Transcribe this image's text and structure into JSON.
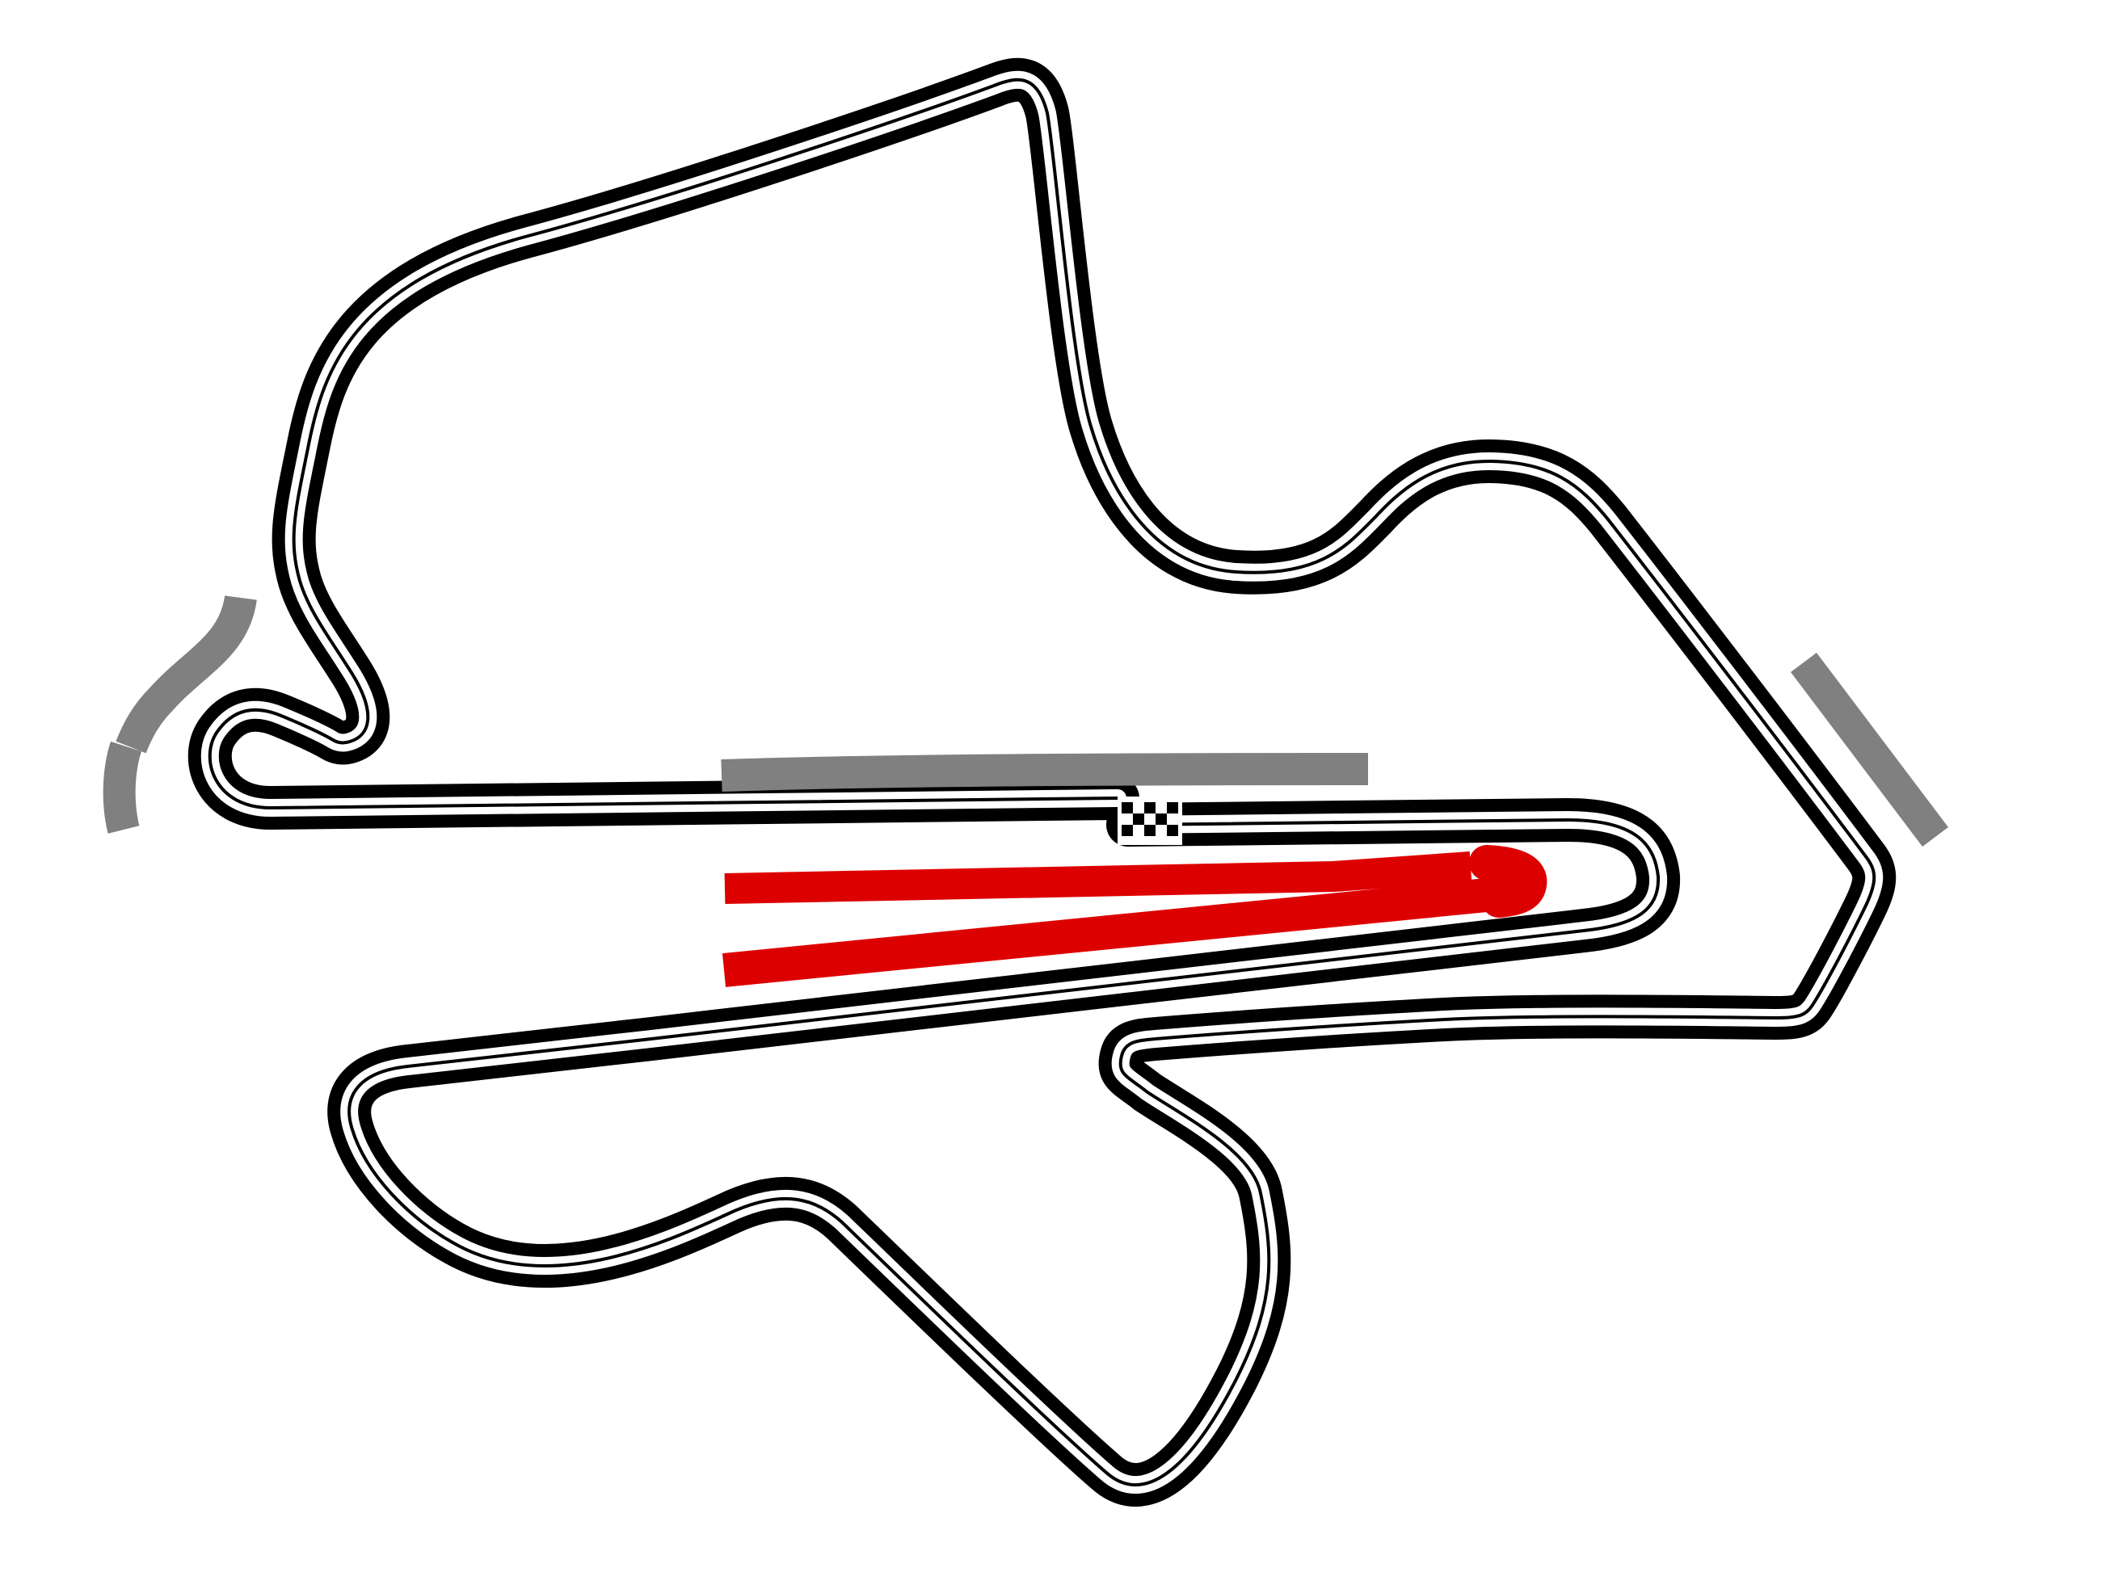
{
  "map": {
    "subject": "race-circuit-layout",
    "background_color": "#ffffff",
    "track_outline_color": "#000000",
    "track_surface_color": "#ffffff",
    "grandstand_color": "#808080",
    "pit_lane_color": "#dd0000",
    "start_finish_flag": "checkered-flag-icon",
    "grandstand_count": 4,
    "pit_elements_count": 2
  }
}
